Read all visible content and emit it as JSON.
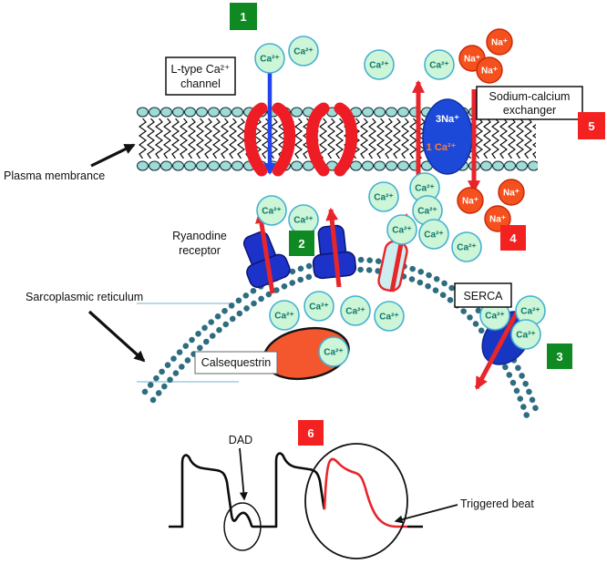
{
  "diagram": {
    "labels": {
      "plasma_membrane": "Plasma membrance",
      "l_type_channel_line1": "L-type Ca²⁺",
      "l_type_channel_line2": "channel",
      "sodium_calcium_exchanger_line1": "Sodium-calcium",
      "sodium_calcium_exchanger_line2": "exchanger",
      "ryanodine_receptor_line1": "Ryanodine",
      "ryanodine_receptor_line2": "receptor",
      "sarcoplasmic_reticulum": "Sarcoplasmic reticulum",
      "calsequestrin": "Calsequestrin",
      "serca": "SERCA",
      "dad": "DAD",
      "triggered_beat": "Triggered beat"
    },
    "ions": {
      "calcium": "Ca²⁺",
      "sodium": "Na⁺",
      "exchanger_sodium": "3Na⁺",
      "exchanger_calcium": "1 Ca²⁺"
    },
    "step_numbers": [
      "1",
      "2",
      "3",
      "4",
      "5",
      "6"
    ],
    "colors": {
      "step_green": "#0f8a22",
      "step_red": "#f42121",
      "calcium_fill": "#cdf5d8",
      "calcium_stroke": "#45b1d2",
      "sodium_fill": "#f4511e",
      "channel_red": "#ee1c24",
      "protein_blue": "#1d32c8",
      "exchanger_blue": "#1d49d8",
      "membrane_head": "#9fdcd5",
      "sr_bead": "#2e6d80",
      "calsequestrin_orange": "#f4572e",
      "arrow_red": "#e8252b",
      "arrow_blue": "#2244ee",
      "trace_black": "#0c0c0c",
      "trace_red": "#e8252b"
    }
  }
}
